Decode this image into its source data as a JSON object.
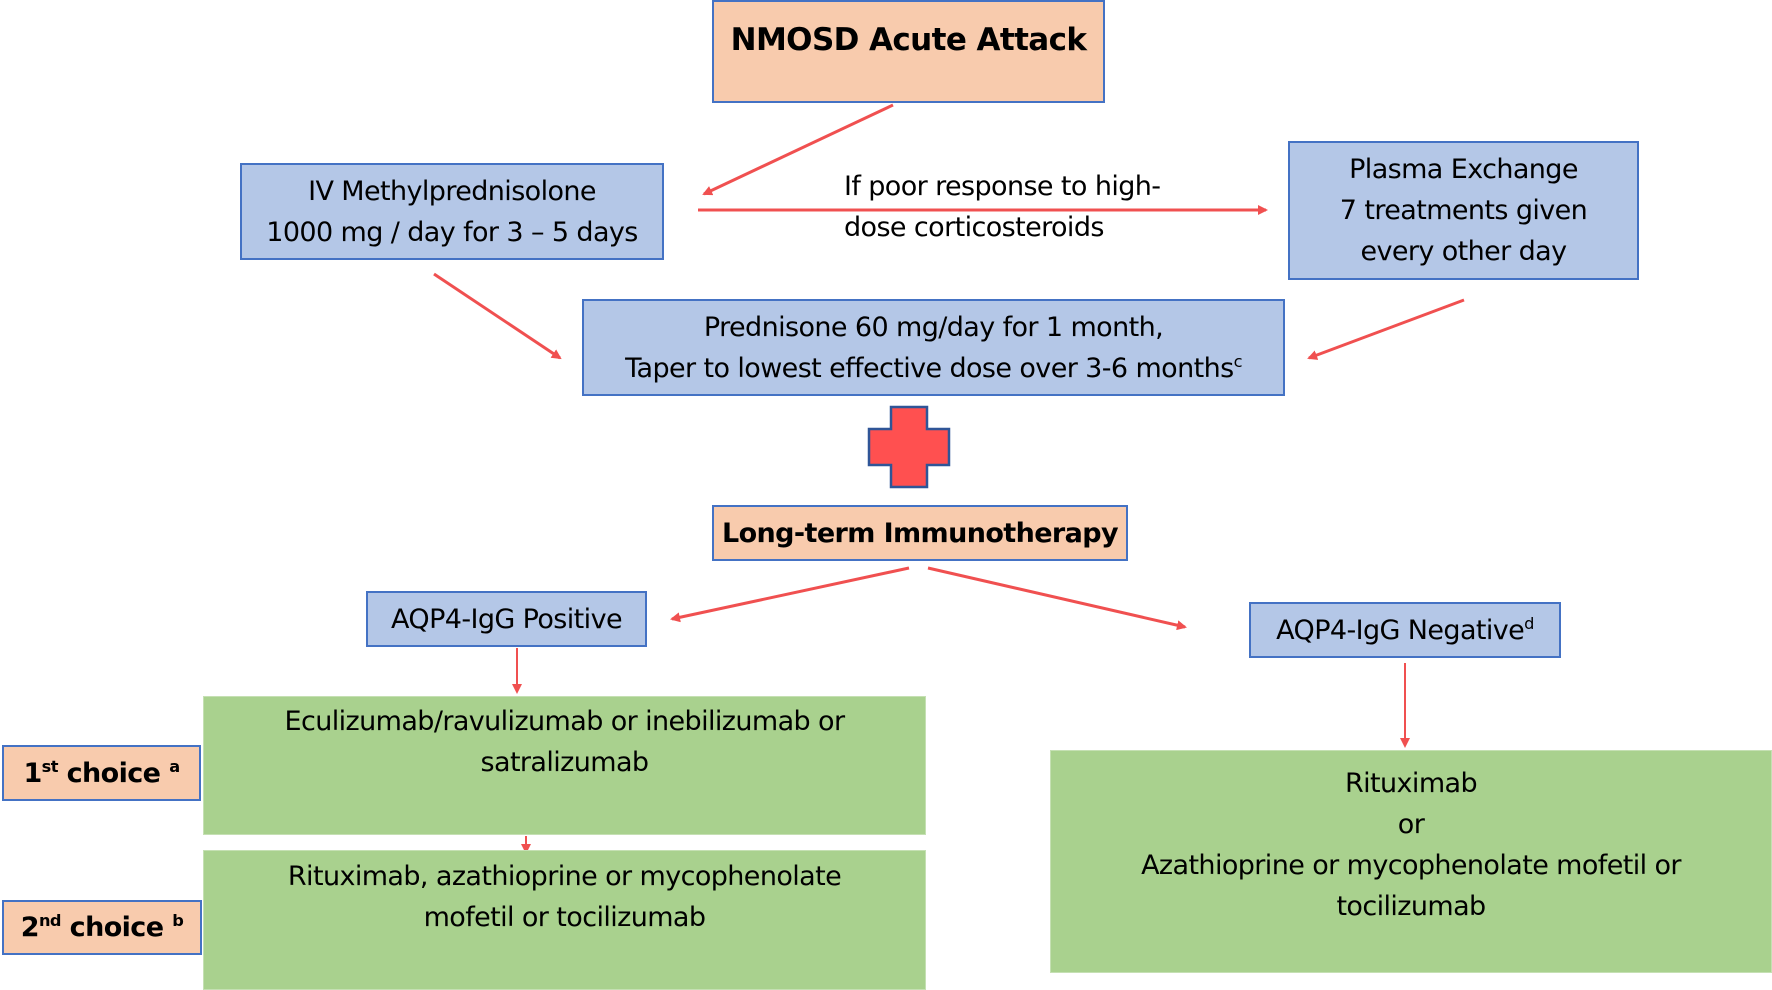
{
  "colors": {
    "peach": "#f8cbad",
    "blue": "#b4c7e7",
    "green": "#a9d18e",
    "border": "#4472c4",
    "arrow": "#f05050",
    "cross_fill": "#ff5050",
    "cross_border": "#2f5597"
  },
  "nodes": {
    "acute_attack": {
      "text": "NMOSD Acute Attack"
    },
    "iv_methyl": {
      "line1": "IV Methylprednisolone",
      "line2": "1000 mg / day for 3 – 5 days"
    },
    "plasma": {
      "line1": "Plasma Exchange",
      "line2": "7 treatments given",
      "line3": "every other day"
    },
    "prednisone": {
      "line1": "Prednisone 60 mg/day for 1 month,",
      "line2": "Taper to lowest effective dose over 3-6 months",
      "line2_sup": "c"
    },
    "long_term": {
      "text": "Long-term Immunotherapy"
    },
    "aqp4_pos": {
      "text": "AQP4-IgG Positive"
    },
    "aqp4_neg": {
      "text": "AQP4-IgG Negative",
      "sup": "d"
    },
    "first_line_pos": {
      "line1": "Eculizumab/ravulizumab or inebilizumab or",
      "line2": "satralizumab"
    },
    "second_line_pos": {
      "line1": "Rituximab, azathioprine or mycophenolate",
      "line2": "mofetil or tocilizumab"
    },
    "neg_treatment": {
      "line1": "Rituximab",
      "line2": "or",
      "line3": "Azathioprine or mycophenolate mofetil or",
      "line4": "tocilizumab"
    },
    "first_choice": {
      "num": "1",
      "ord": "st",
      "text": " choice ",
      "sup": "a"
    },
    "second_choice": {
      "num": "2",
      "ord": "nd",
      "text": " choice ",
      "sup": "b"
    }
  },
  "edge_labels": {
    "poor_response": {
      "line1": "If poor response to high-",
      "line2": "dose corticosteroids"
    }
  },
  "icons": {
    "plus": "plus-cross-icon"
  }
}
